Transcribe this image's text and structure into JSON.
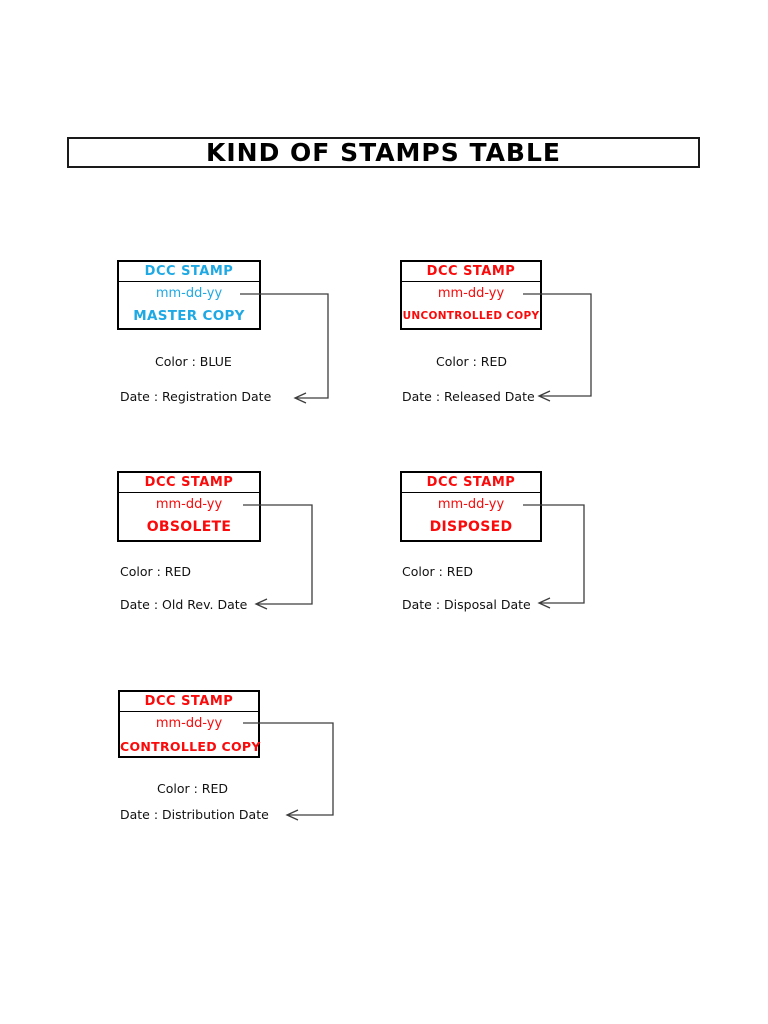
{
  "document": {
    "title": "KIND OF STAMPS TABLE"
  },
  "colors": {
    "blue": "#1FA9E4",
    "red": "#FA0A0A",
    "connector": "#3d3d3d",
    "border": "#000000"
  },
  "stamps": [
    {
      "header": "DCC STAMP",
      "date_format": "mm-dd-yy",
      "label": "MASTER COPY",
      "accent": "blue",
      "color_note": "Color : BLUE",
      "date_note": "Date : Registration Date"
    },
    {
      "header": "DCC STAMP",
      "date_format": "mm-dd-yy",
      "label": "UNCONTROLLED COPY",
      "accent": "red",
      "color_note": "Color : RED",
      "date_note": "Date : Released Date"
    },
    {
      "header": "DCC STAMP",
      "date_format": "mm-dd-yy",
      "label": "OBSOLETE",
      "accent": "red",
      "color_note": "Color : RED",
      "date_note": "Date : Old Rev. Date"
    },
    {
      "header": "DCC STAMP",
      "date_format": "mm-dd-yy",
      "label": "DISPOSED",
      "accent": "red",
      "color_note": "Color : RED",
      "date_note": "Date : Disposal Date"
    },
    {
      "header": "DCC STAMP",
      "date_format": "mm-dd-yy",
      "label": "CONTROLLED COPY",
      "accent": "red",
      "color_note": "Color : RED",
      "date_note": "Date : Distribution Date"
    }
  ]
}
